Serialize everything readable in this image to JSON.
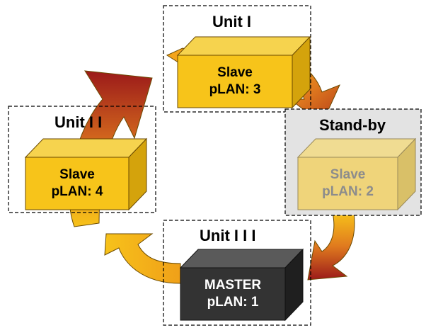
{
  "diagram": {
    "units": [
      {
        "label": "Unit I",
        "role": "Slave",
        "address": "pLAN: 3"
      },
      {
        "label": "Unit I I",
        "role": "Slave",
        "address": "pLAN: 4"
      },
      {
        "label": "Stand-by",
        "role": "Slave",
        "address": "pLAN: 2"
      },
      {
        "label": "Unit I I I",
        "role": "MASTER",
        "address": "pLAN: 1"
      }
    ]
  }
}
